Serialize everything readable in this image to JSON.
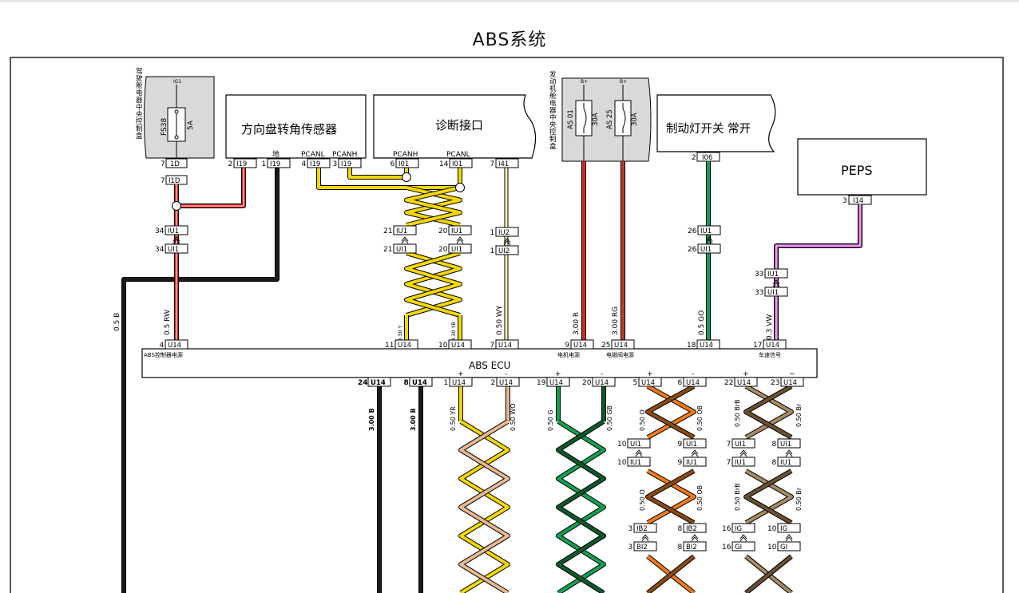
{
  "title": "ABS系统",
  "colors": {
    "black": "#1a1a1a",
    "red": "#e02020",
    "red_green": "#c0392b",
    "yellow": "#f5d800",
    "orange": "#f07a18",
    "green": "#12a050",
    "green_dark": "#0a5a2a",
    "brown": "#a88a64",
    "purple": "#b04ab8",
    "white_yellow": "#fff8b0"
  },
  "modules": {
    "fuse_box_cab": {
      "name": "驾驶舱电器中央控制盒",
      "fuse": "FS38",
      "rating": "5A",
      "source": "IG1",
      "out_pin": "7",
      "out_conn": "1D",
      "mate_pin": "7",
      "mate_conn": "I1D"
    },
    "steering_sensor": {
      "name": "方向盘转角传感器",
      "pins": [
        {
          "num": "2",
          "conn": "I19",
          "label": ""
        },
        {
          "num": "1",
          "conn": "I19",
          "label": "地"
        },
        {
          "num": "4",
          "conn": "I19",
          "label": "PCANL"
        },
        {
          "num": "3",
          "conn": "I19",
          "label": "PCANH"
        }
      ]
    },
    "diagnostic": {
      "name": "诊断接口",
      "pins": [
        {
          "num": "6",
          "conn": "I01",
          "label": "PCANH"
        },
        {
          "num": "14",
          "conn": "I01",
          "label": "PCANL"
        },
        {
          "num": "7",
          "conn": "I41",
          "label": ""
        }
      ]
    },
    "engine_box": {
      "name": "发动机舱电器中央控制盒",
      "fuses": [
        {
          "id": "AS 01",
          "rating": "30A",
          "source": "B+"
        },
        {
          "id": "AS 25",
          "rating": "30A",
          "source": "B+"
        }
      ]
    },
    "brake_switch": {
      "name": "制动灯开关  常开",
      "pin": "2",
      "conn": "I06"
    },
    "peps": {
      "name": "PEPS",
      "pin": "3",
      "conn": "I14"
    },
    "ecu": {
      "name": "ABS  ECU",
      "label_power": "ABS控制器电源",
      "label_motor": "电机电源",
      "label_valve": "电磁阀电源",
      "label_speed": "车速信号"
    }
  },
  "wires": {
    "left_black": "0.5  B",
    "abs_power": "0.5  RW",
    "can_h": "0.30  Y",
    "can_l": "0.30  YB",
    "diag7": "0.50  WY",
    "motor": "3.00  R",
    "valve": "3.00  RG",
    "brake": "0.5  GO",
    "speed": "0.3  VW",
    "gnd24": "3.00  B",
    "gnd8": "3.00  B",
    "ws1": "0.50  YR",
    "ws2": "0.50  WO",
    "ws19": "0.50  G",
    "ws20": "0.50  GB",
    "ws5": "0.50  O",
    "ws6": "0.50  OB",
    "ws22": "0.50  BrB",
    "ws23": "0.50  Br"
  },
  "inline_connectors": [
    {
      "num": "34",
      "conn": "IU1"
    },
    {
      "num": "34",
      "conn": "UI1"
    },
    {
      "num": "21",
      "conn": "IU1"
    },
    {
      "num": "21",
      "conn": "UI1"
    },
    {
      "num": "20",
      "conn": "IU1"
    },
    {
      "num": "20",
      "conn": "UI1"
    },
    {
      "num": "1",
      "conn": "IU2"
    },
    {
      "num": "1",
      "conn": "UI2"
    },
    {
      "num": "26",
      "conn": "IU1"
    },
    {
      "num": "26",
      "conn": "UI1"
    },
    {
      "num": "33",
      "conn": "IU1"
    },
    {
      "num": "33",
      "conn": "UI1"
    },
    {
      "num": "10",
      "conn": "UI1"
    },
    {
      "num": "10",
      "conn": "IU1"
    },
    {
      "num": "9",
      "conn": "UI1"
    },
    {
      "num": "9",
      "conn": "IU1"
    },
    {
      "num": "7",
      "conn": "UI1"
    },
    {
      "num": "7",
      "conn": "IU1"
    },
    {
      "num": "8",
      "conn": "UI1"
    },
    {
      "num": "8",
      "conn": "IU1"
    },
    {
      "num": "3",
      "conn": "IB2"
    },
    {
      "num": "3",
      "conn": "BI2"
    },
    {
      "num": "8",
      "conn": "IB2"
    },
    {
      "num": "8",
      "conn": "BI2"
    },
    {
      "num": "16",
      "conn": "IG"
    },
    {
      "num": "16",
      "conn": "GI"
    },
    {
      "num": "10",
      "conn": "IG"
    },
    {
      "num": "10",
      "conn": "GI"
    }
  ],
  "ecu_top_pins": [
    {
      "num": "4",
      "conn": "U14"
    },
    {
      "num": "11",
      "conn": "U14"
    },
    {
      "num": "10",
      "conn": "U14"
    },
    {
      "num": "7",
      "conn": "U14"
    },
    {
      "num": "9",
      "conn": "U14"
    },
    {
      "num": "25",
      "conn": "U14"
    },
    {
      "num": "18",
      "conn": "U14"
    },
    {
      "num": "17",
      "conn": "U14"
    }
  ],
  "ecu_bottom_pins": [
    {
      "num": "24",
      "conn": "U14"
    },
    {
      "num": "8",
      "conn": "U14"
    },
    {
      "num": "1",
      "conn": "U14",
      "sign": "+"
    },
    {
      "num": "2",
      "conn": "U14",
      "sign": "-"
    },
    {
      "num": "19",
      "conn": "U14",
      "sign": "+"
    },
    {
      "num": "20",
      "conn": "U14",
      "sign": "-"
    },
    {
      "num": "5",
      "conn": "U14",
      "sign": "+"
    },
    {
      "num": "6",
      "conn": "U14",
      "sign": "-"
    },
    {
      "num": "22",
      "conn": "U14",
      "sign": "+"
    },
    {
      "num": "23",
      "conn": "U14",
      "sign": "−"
    }
  ]
}
